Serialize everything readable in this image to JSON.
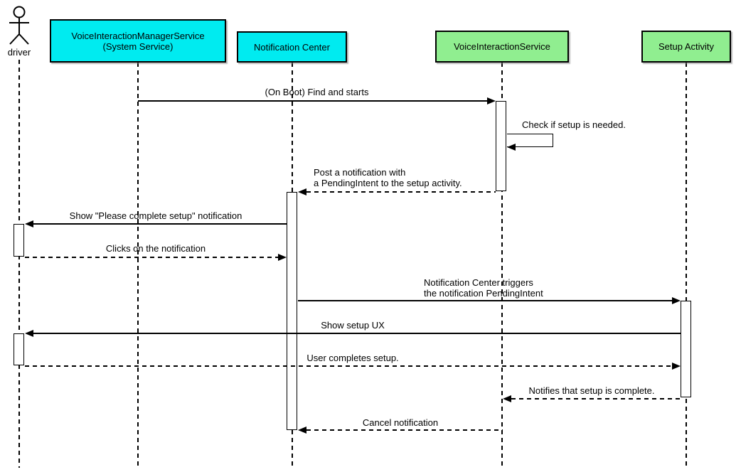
{
  "diagram_type": "uml-sequence-diagram",
  "colors": {
    "participant_cyan": "#00EBF0",
    "participant_green": "#90EE90",
    "line": "#000000",
    "background": "#FFFFFF"
  },
  "icons": {
    "actor": "stick-figure-icon",
    "arrowhead": "filled-triangle-icon"
  },
  "participants": [
    {
      "id": "driver",
      "kind": "actor",
      "label": "driver"
    },
    {
      "id": "vims",
      "kind": "object",
      "color": "participant_cyan",
      "label_line1": "VoiceInteractionManagerService",
      "label_line2": "(System Service)"
    },
    {
      "id": "notification-center",
      "kind": "object",
      "color": "participant_cyan",
      "label": "Notification Center"
    },
    {
      "id": "voiceinteractionservice",
      "kind": "object",
      "color": "participant_green",
      "label": "VoiceInteractionService"
    },
    {
      "id": "setup-activity",
      "kind": "object",
      "color": "participant_green",
      "label": "Setup Activity"
    }
  ],
  "messages": [
    {
      "text": "(On Boot) Find and starts",
      "from": "VoiceInteractionManagerService (System Service)",
      "to": "VoiceInteractionService",
      "style": "solid"
    },
    {
      "text": "Check if setup is needed.",
      "from": "VoiceInteractionService",
      "to": "VoiceInteractionService",
      "style": "self"
    },
    {
      "text_line1": "Post a notification with",
      "text_line2": "a PendingIntent to the setup activity.",
      "from": "VoiceInteractionService",
      "to": "Notification Center",
      "style": "dashed"
    },
    {
      "text": "Show \"Please complete setup\" notification",
      "from": "Notification Center",
      "to": "driver",
      "style": "solid"
    },
    {
      "text": "Clicks on the notification",
      "from": "driver",
      "to": "Notification Center",
      "style": "dashed"
    },
    {
      "text_line1": "Notification Center triggers",
      "text_line2": "the notification PendingIntent",
      "from": "Notification Center",
      "to": "Setup Activity",
      "style": "solid"
    },
    {
      "text": "Show setup UX",
      "from": "Setup Activity",
      "to": "driver",
      "style": "solid"
    },
    {
      "text": "User completes setup.",
      "from": "driver",
      "to": "Setup Activity",
      "style": "dashed"
    },
    {
      "text": "Notifies that setup is complete.",
      "from": "Setup Activity",
      "to": "VoiceInteractionService",
      "style": "dashed"
    },
    {
      "text": "Cancel notification",
      "from": "VoiceInteractionService",
      "to": "Notification Center",
      "style": "dashed"
    }
  ]
}
